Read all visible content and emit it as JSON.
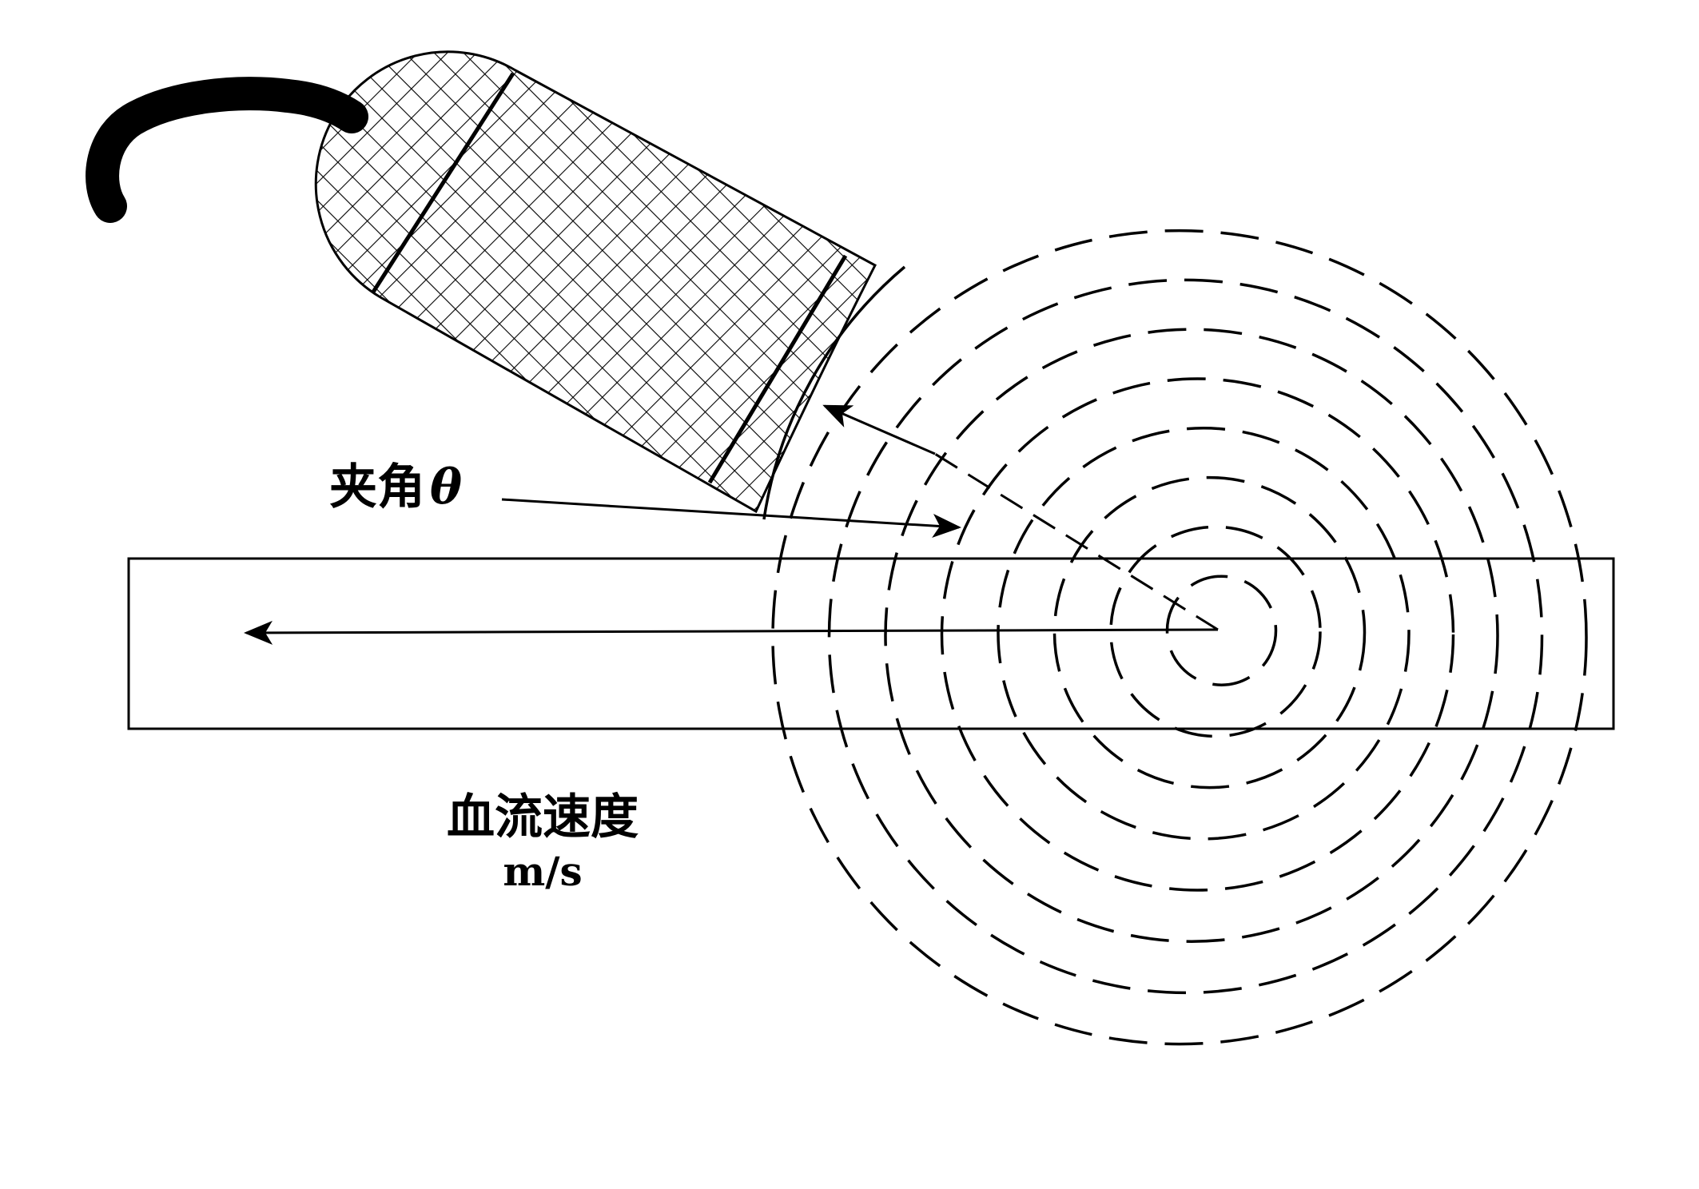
{
  "labels": {
    "angle_text": "夹角",
    "angle_symbol": "θ",
    "flow_text": "血流速度",
    "flow_unit": "m/s"
  },
  "wavefronts": [
    {
      "radius": 1
    },
    {
      "radius": 2
    },
    {
      "radius": 3
    },
    {
      "radius": 4
    },
    {
      "radius": 5
    },
    {
      "radius": 6
    },
    {
      "radius": 7
    },
    {
      "radius": 8
    }
  ],
  "colors": {
    "stroke": "#000000",
    "background": "#ffffff"
  }
}
